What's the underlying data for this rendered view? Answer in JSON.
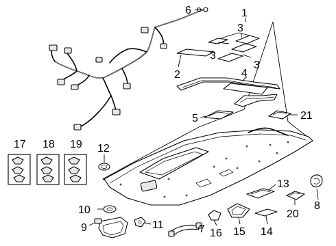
{
  "callouts": {
    "c1": "1",
    "c2": "2",
    "c3a": "3",
    "c3b": "3",
    "c3c": "3",
    "c4": "4",
    "c5": "5",
    "c6": "6",
    "c7": "7",
    "c8": "8",
    "c9": "9",
    "c10": "10",
    "c11": "11",
    "c12": "12",
    "c13": "13",
    "c14": "14",
    "c15": "15",
    "c16": "16",
    "c17": "17",
    "c18": "18",
    "c19": "19",
    "c20": "20",
    "c21": "21"
  }
}
